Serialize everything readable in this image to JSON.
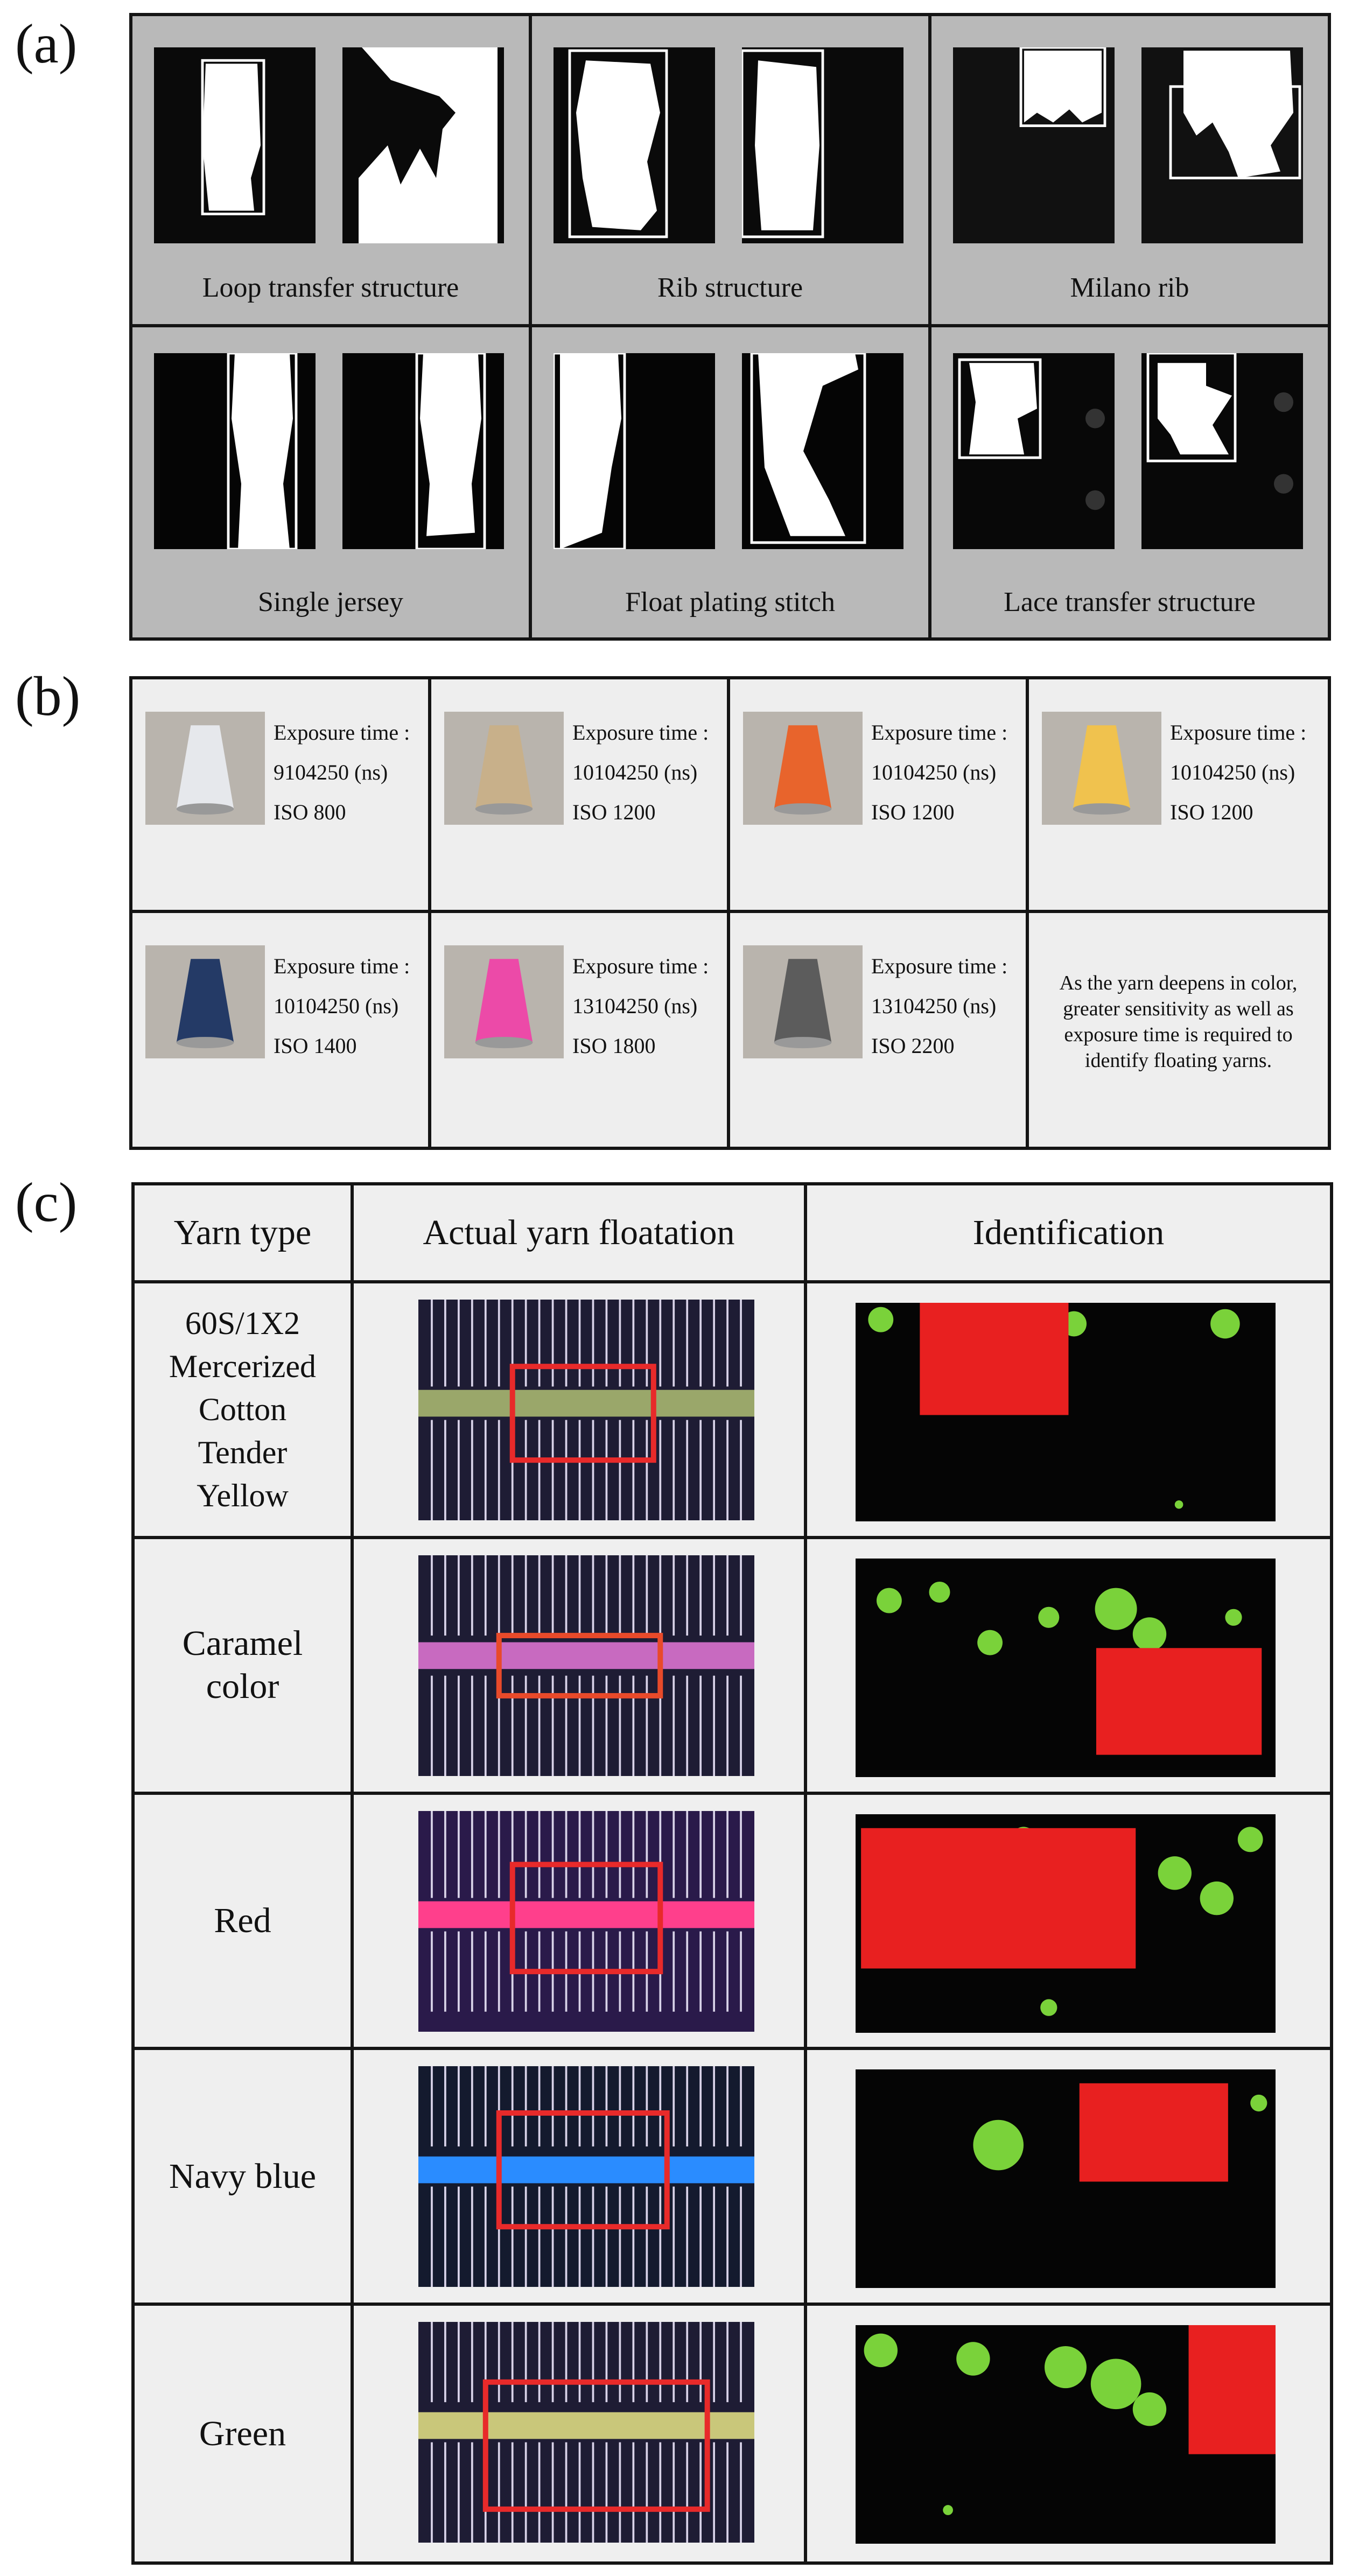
{
  "panel_labels": {
    "a": "(a)",
    "b": "(b)",
    "c": "(c)"
  },
  "structures": [
    {
      "caption": "Loop transfer structure"
    },
    {
      "caption": "Rib structure"
    },
    {
      "caption": "Milano rib"
    },
    {
      "caption": "Single jersey"
    },
    {
      "caption": "Float plating stitch"
    },
    {
      "caption": "Lace transfer structure"
    }
  ],
  "yarn_settings": [
    {
      "line1": "Exposure time :",
      "line2": "9104250 (ns)",
      "line3": "ISO 800",
      "color": "#e6e8ec"
    },
    {
      "line1": "Exposure time :",
      "line2": "10104250 (ns)",
      "line3": "ISO 1200",
      "color": "#c8b08a"
    },
    {
      "line1": "Exposure time :",
      "line2": "10104250 (ns)",
      "line3": "ISO 1200",
      "color": "#e8642c"
    },
    {
      "line1": "Exposure time :",
      "line2": "10104250 (ns)",
      "line3": "ISO 1200",
      "color": "#f0c24e"
    },
    {
      "line1": "Exposure time :",
      "line2": "10104250 (ns)",
      "line3": "ISO 1400",
      "color": "#243a66"
    },
    {
      "line1": "Exposure time :",
      "line2": "13104250 (ns)",
      "line3": "ISO 1800",
      "color": "#ec4aa8"
    },
    {
      "line1": "Exposure time :",
      "line2": "13104250 (ns)",
      "line3": "ISO 2200",
      "color": "#5c5c5c"
    }
  ],
  "note": "As the yarn deepens in color, greater sensitivity as well as exposure time is required to identify floating yarns.",
  "table": {
    "headers": [
      "Yarn type",
      "Actual yarn floatation",
      "Identification"
    ],
    "rows": [
      {
        "yarn": "60S/1X2 Mercerized Cotton Tender Yellow",
        "band": "#9aa76a"
      },
      {
        "yarn": "Caramel color",
        "band": "#c86ac0"
      },
      {
        "yarn": "Red",
        "band": "#ff3f8c"
      },
      {
        "yarn": "Navy blue",
        "band": "#2a8cff"
      },
      {
        "yarn": "Green",
        "band": "#c9c77a"
      }
    ]
  }
}
